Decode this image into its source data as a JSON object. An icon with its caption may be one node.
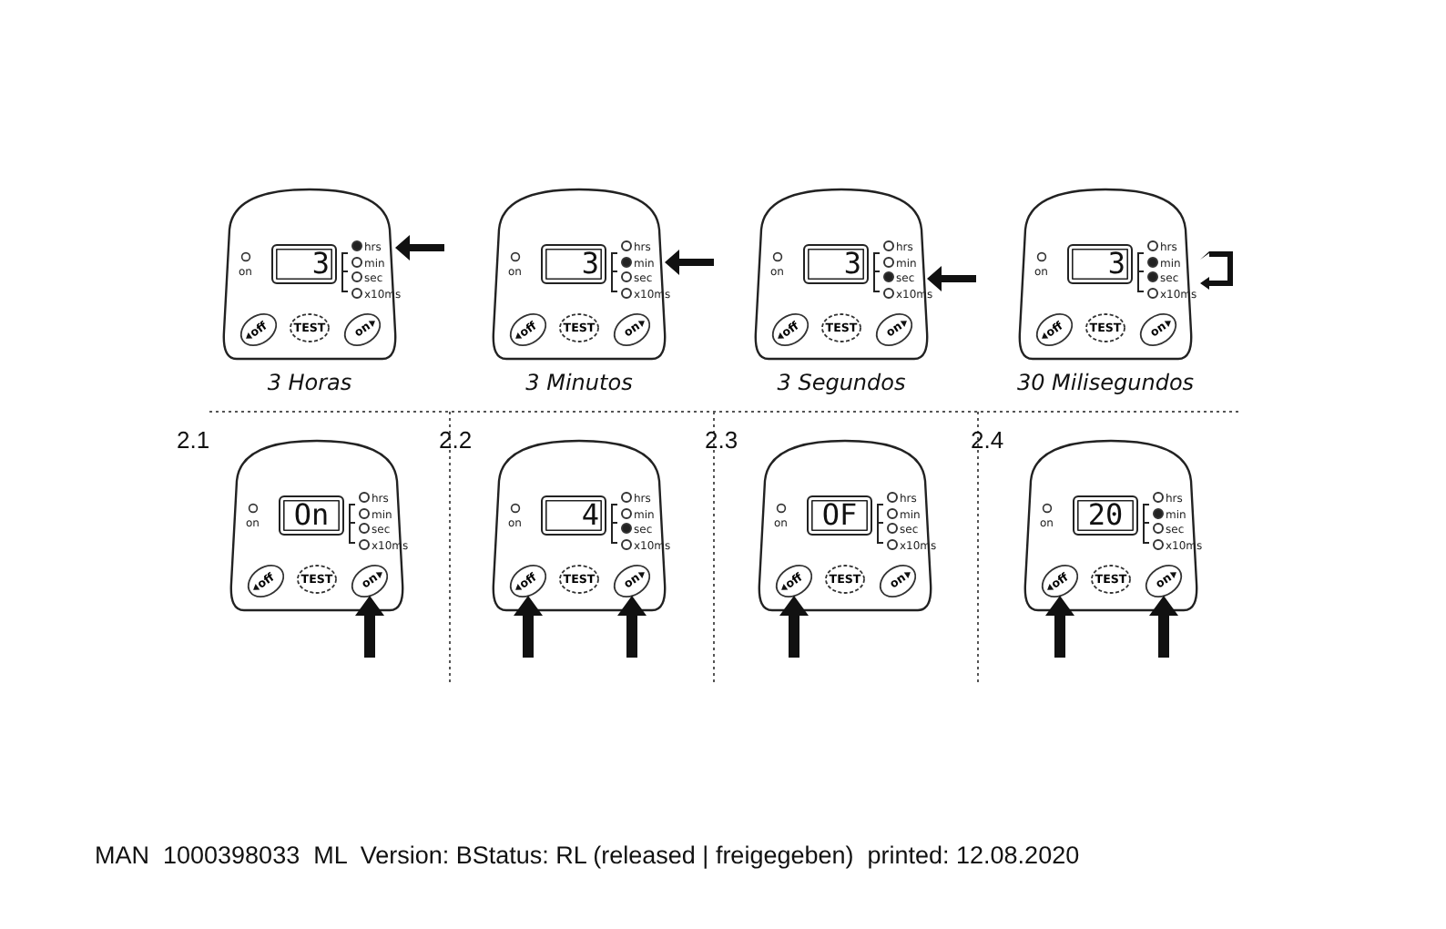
{
  "diagram": {
    "nodes": [
      {
        "text": [
          "on",
          "hrs",
          "min",
          "sec",
          "x10ms"
        ],
        "beside": [
          "3 Horas"
        ]
      },
      {
        "text": [
          "3"
        ],
        "in": 0
      },
      {
        "text": [
          "off"
        ],
        "in": 0
      },
      {
        "text": [
          "TEST"
        ],
        "in": 0
      },
      {
        "text": [
          "on"
        ],
        "in": 0
      },
      {
        "text": [
          "on",
          "hrs",
          "min",
          "sec",
          "x10ms"
        ],
        "beside": [
          "3 Minutos"
        ]
      },
      {
        "text": [
          "3"
        ],
        "in": 5
      },
      {
        "text": [
          "off"
        ],
        "in": 5
      },
      {
        "text": [
          "TEST"
        ],
        "in": 5
      },
      {
        "text": [
          "on"
        ],
        "in": 5
      },
      {
        "text": [
          "on",
          "hrs",
          "min",
          "sec",
          "x10ms"
        ],
        "beside": [
          "3 Segundos"
        ]
      },
      {
        "text": [
          "3"
        ],
        "in": 10
      },
      {
        "text": [
          "off"
        ],
        "in": 10
      },
      {
        "text": [
          "TEST"
        ],
        "in": 10
      },
      {
        "text": [
          "on"
        ],
        "in": 10
      },
      {
        "text": [
          "on",
          "hrs",
          "min",
          "sec",
          "x10ms"
        ],
        "beside": [
          "30 Milisegundos"
        ]
      },
      {
        "text": [
          "3"
        ],
        "in": 15
      },
      {
        "text": [
          "off"
        ],
        "in": 15
      },
      {
        "text": [
          "TEST"
        ],
        "in": 15
      },
      {
        "text": [
          "on"
        ],
        "in": 15
      },
      {
        "text": [
          "on",
          "hrs",
          "min",
          "sec",
          "x10ms"
        ],
        "beside": [
          "2.1"
        ]
      },
      {
        "text": [
          "On"
        ],
        "in": 20
      },
      {
        "text": [
          "off"
        ],
        "in": 20
      },
      {
        "text": [
          "TEST"
        ],
        "in": 20
      },
      {
        "text": [
          "on"
        ],
        "in": 20
      },
      {
        "text": [
          "on",
          "hrs",
          "min",
          "sec",
          "x10ms"
        ],
        "beside": [
          "2.2"
        ]
      },
      {
        "text": [
          "4"
        ],
        "in": 25
      },
      {
        "text": [
          "off"
        ],
        "in": 25
      },
      {
        "text": [
          "TEST"
        ],
        "in": 25
      },
      {
        "text": [
          "on"
        ],
        "in": 25
      },
      {
        "text": [
          "on",
          "hrs",
          "min",
          "sec",
          "x10ms"
        ],
        "beside": [
          "2.3"
        ]
      },
      {
        "text": [
          "OF"
        ],
        "in": 30
      },
      {
        "text": [
          "off"
        ],
        "in": 30
      },
      {
        "text": [
          "TEST"
        ],
        "in": 30
      },
      {
        "text": [
          "on"
        ],
        "in": 30
      },
      {
        "text": [
          "on",
          "hrs",
          "min",
          "sec",
          "x10ms"
        ],
        "beside": [
          "2.4"
        ]
      },
      {
        "text": [
          "20"
        ],
        "in": 35
      },
      {
        "text": [
          "off"
        ],
        "in": 35
      },
      {
        "text": [
          "TEST"
        ],
        "in": 35
      },
      {
        "text": [
          "on"
        ],
        "in": 35
      }
    ],
    "edges": [],
    "labels": [
      "MAN  1000398033  ML  Version: BStatus: RL (released | freigegeben)  printed: 12.08.2020"
    ]
  }
}
